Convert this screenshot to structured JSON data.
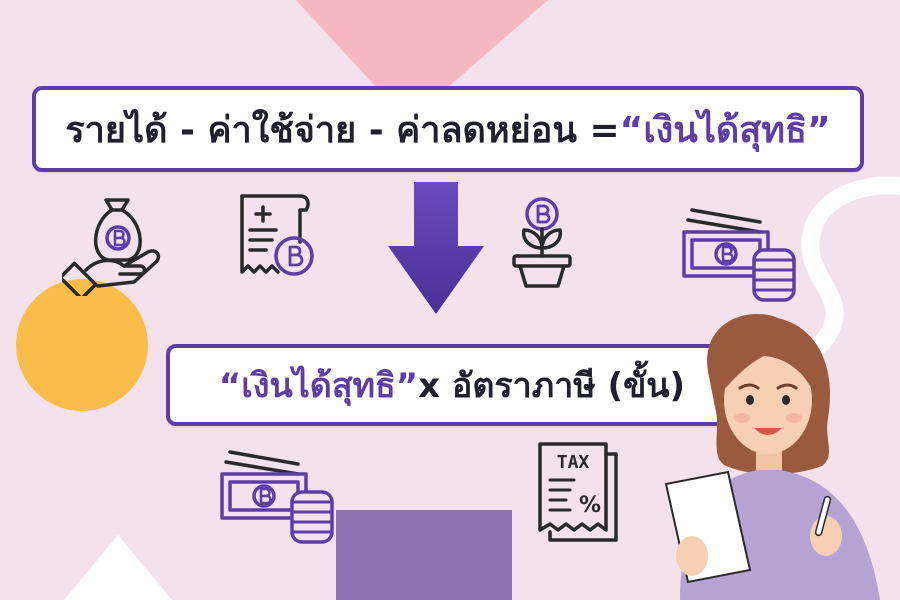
{
  "colors": {
    "background": "#f3e1ec",
    "accent_purple": "#5c3ea6",
    "border_purple": "#5c3ea6",
    "pink_triangle": "#f5b8c0",
    "yellow_circle": "#fbbd4a",
    "purple_block": "#8e73b5",
    "icon_stroke": "#2a2a2a"
  },
  "formula_1": {
    "text": "รายได้ - ค่าใช้จ่าย - ค่าลดหย่อน = ",
    "highlight": "“เงินได้สุทธิ”"
  },
  "formula_2": {
    "highlight": "“เงินได้สุทธิ”",
    "text": " x อัตราภาษี (ขั้น)"
  },
  "tax_icon": {
    "label": "TAX",
    "percent": "%"
  },
  "icons": [
    "money-bag-hand-icon",
    "receipt-bitcoin-icon",
    "down-arrow-icon",
    "bitcoin-plant-icon",
    "cash-coins-icon",
    "cash-coins-icon",
    "tax-document-icon"
  ]
}
